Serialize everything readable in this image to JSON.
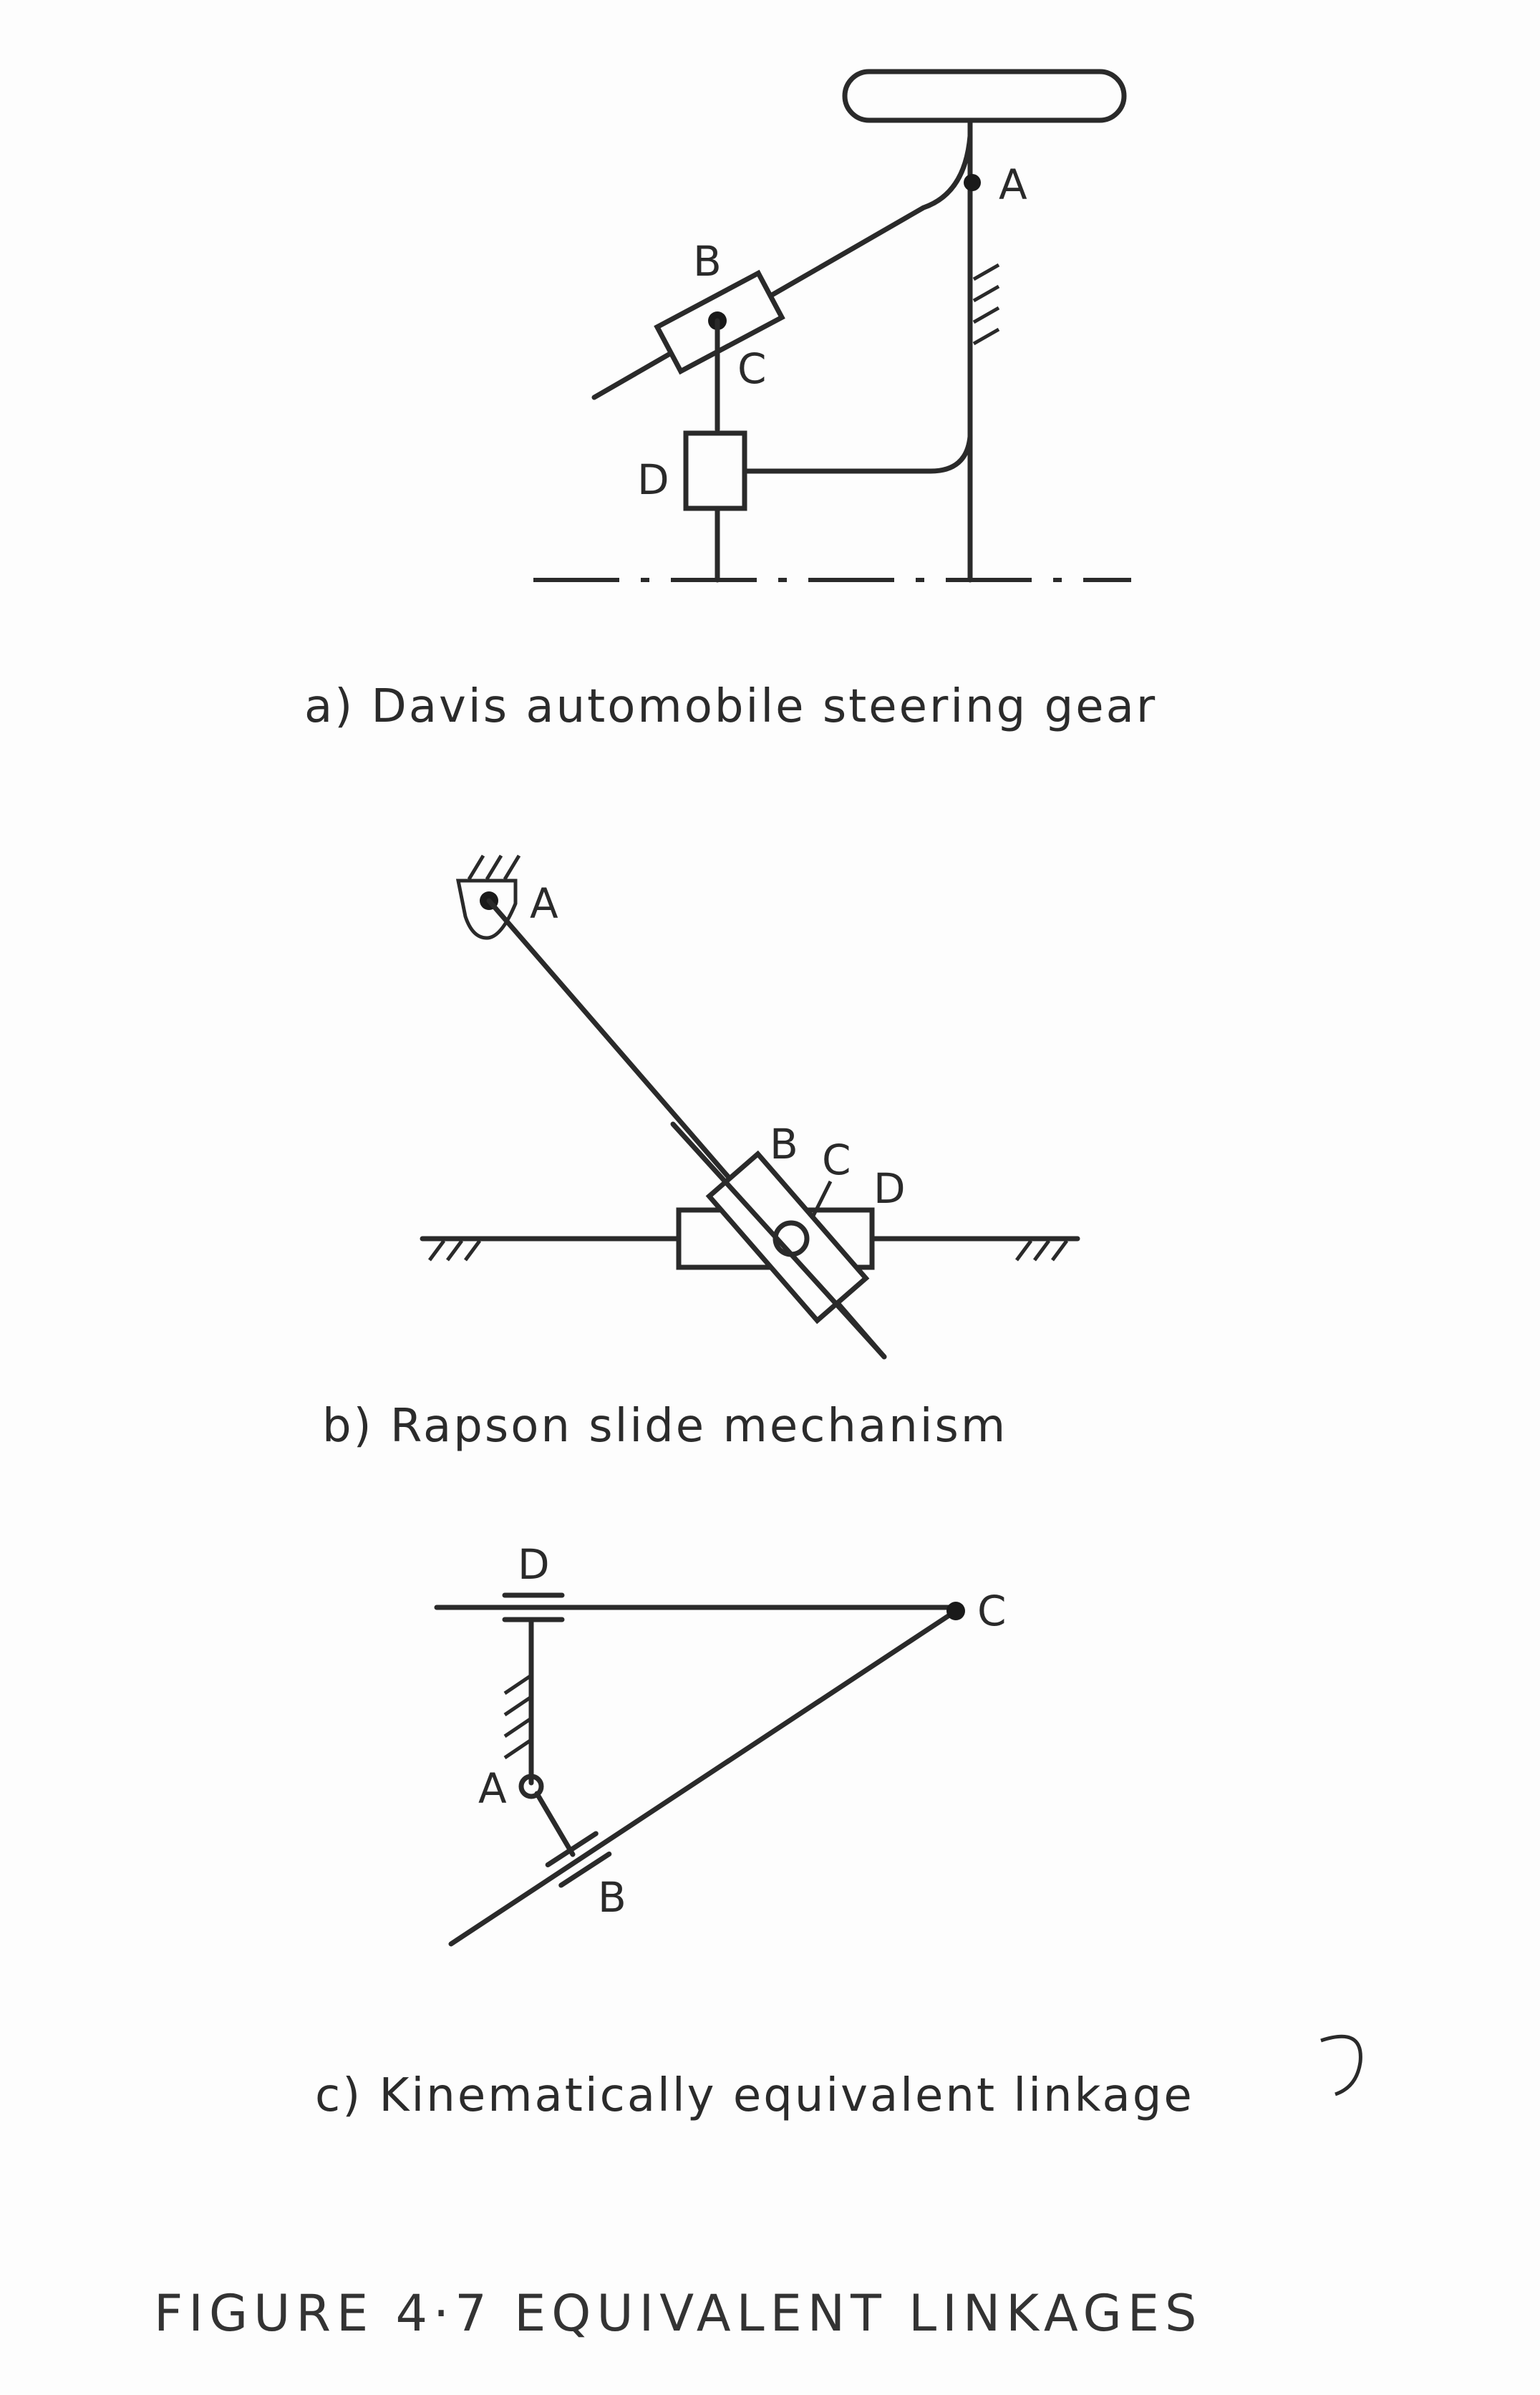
{
  "diagram_a": {
    "caption": "a)  Davis  automobile  steering  gear",
    "labels": {
      "A": "A",
      "B": "B",
      "C": "C",
      "D": "D"
    }
  },
  "diagram_b": {
    "caption": "b) Rapson  slide  mechanism",
    "labels": {
      "A": "A",
      "B": "B",
      "C": "C",
      "D": "D"
    }
  },
  "diagram_c": {
    "caption": "c)  Kinematically  equivalent  linkage",
    "labels": {
      "A": "A",
      "B": "B",
      "C": "C",
      "D": "D"
    }
  },
  "figure": {
    "title": "FIGURE 4·7   EQUIVALENT   LINKAGES"
  }
}
